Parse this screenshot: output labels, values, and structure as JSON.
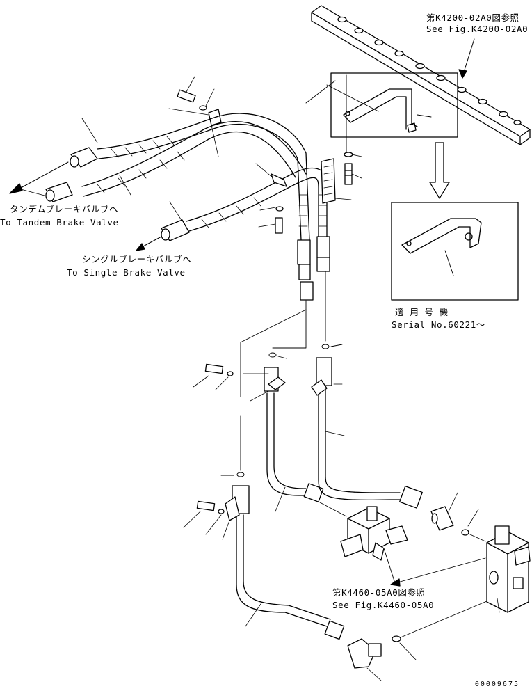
{
  "labels": {
    "fig_k4200_jp": "第K4200-02A0図参照",
    "fig_k4200_en": "See Fig.K4200-02A0",
    "tandem_jp": "タンデムブレーキバルブへ",
    "tandem_en": "To Tandem Brake Valve",
    "single_jp": "シングルブレーキバルブへ",
    "single_en": "To Single Brake Valve",
    "applicable_jp": "適 用 号 機",
    "serial_en": "Serial No.60221～",
    "fig_k4460_jp": "第K4460-05A0図参照",
    "fig_k4460_en": "See Fig.K4460-05A0"
  },
  "figure_number": "00009675"
}
